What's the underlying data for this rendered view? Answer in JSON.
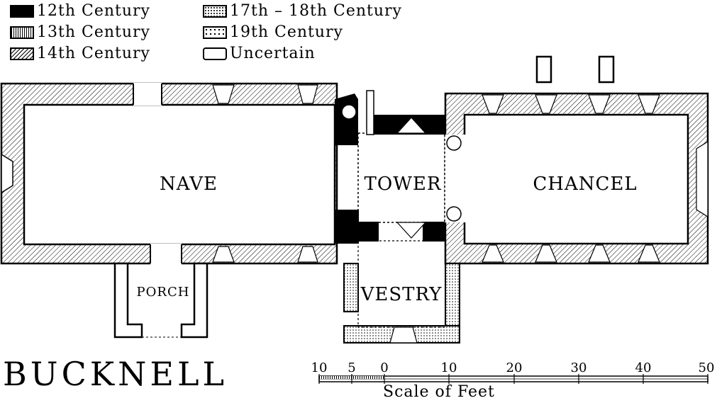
{
  "legend": {
    "c12": "12th Century",
    "c13": "13th Century",
    "c14": "14th Century",
    "c17_18": "17th – 18th Century",
    "c19": "19th Century",
    "uncertain": "Uncertain"
  },
  "rooms": {
    "nave": "NAVE",
    "tower": "TOWER",
    "chancel": "CHANCEL",
    "porch": "PORCH",
    "vestry": "VESTRY"
  },
  "title": "BUCKNELL",
  "scale": {
    "title": "Scale of Feet",
    "ticks": [
      "10",
      "5",
      "0",
      "10",
      "20",
      "30",
      "40",
      "50"
    ]
  }
}
